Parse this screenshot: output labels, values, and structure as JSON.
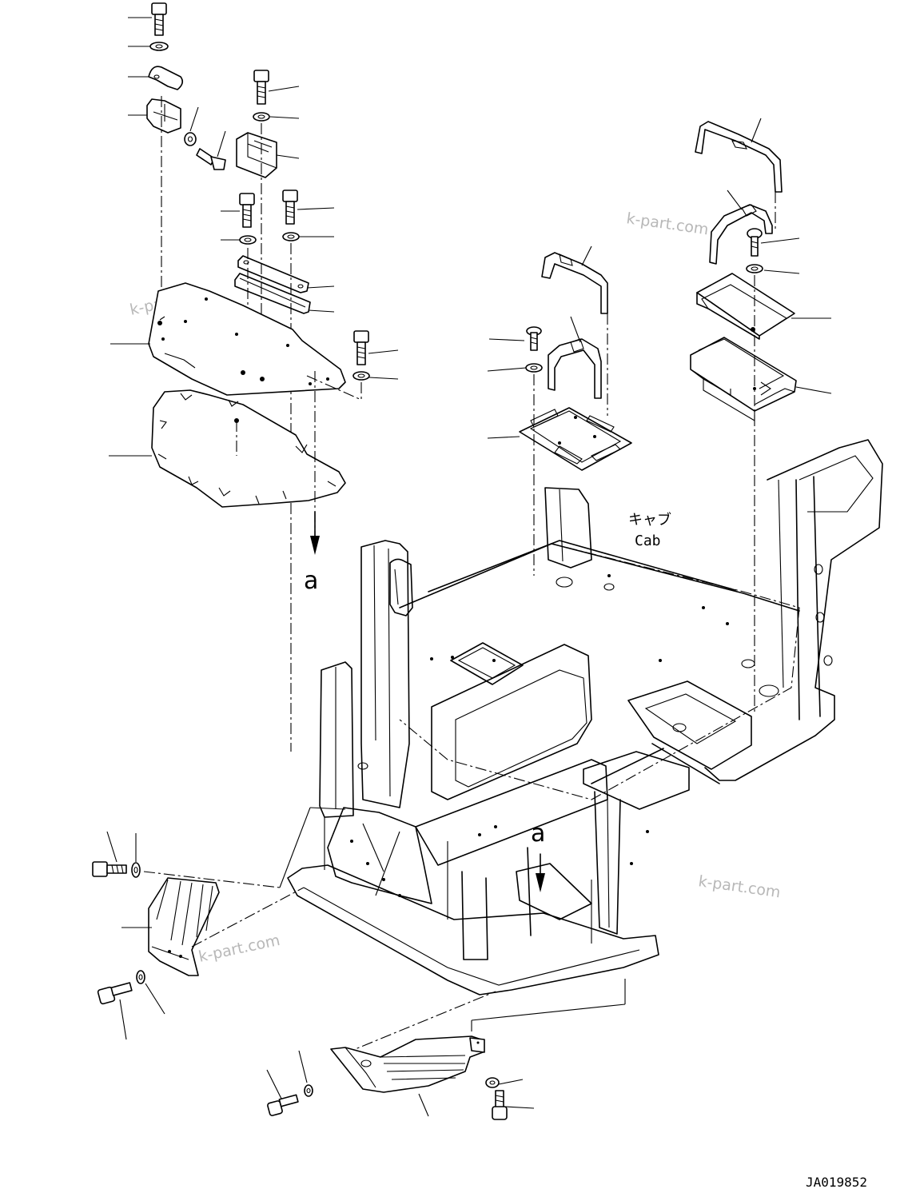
{
  "labels": {
    "cab_jp": "キャブ",
    "cab_en": "Cab",
    "ref_a_top": "a",
    "ref_a_bottom": "a",
    "drawing_no": "JA019852"
  },
  "watermarks": [
    "k-part.com",
    "k-part.com",
    "k-part.com",
    "k-part.com"
  ]
}
